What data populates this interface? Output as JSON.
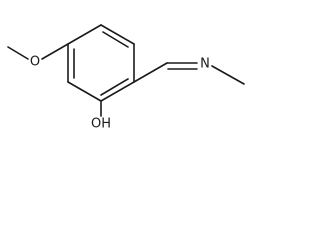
{
  "molecule": {
    "atoms": {
      "oxygen_methoxy": "O",
      "hydroxyl": "OH",
      "nitrogen": "N"
    },
    "bond_color": "#1a1a1a",
    "background": "#ffffff"
  }
}
